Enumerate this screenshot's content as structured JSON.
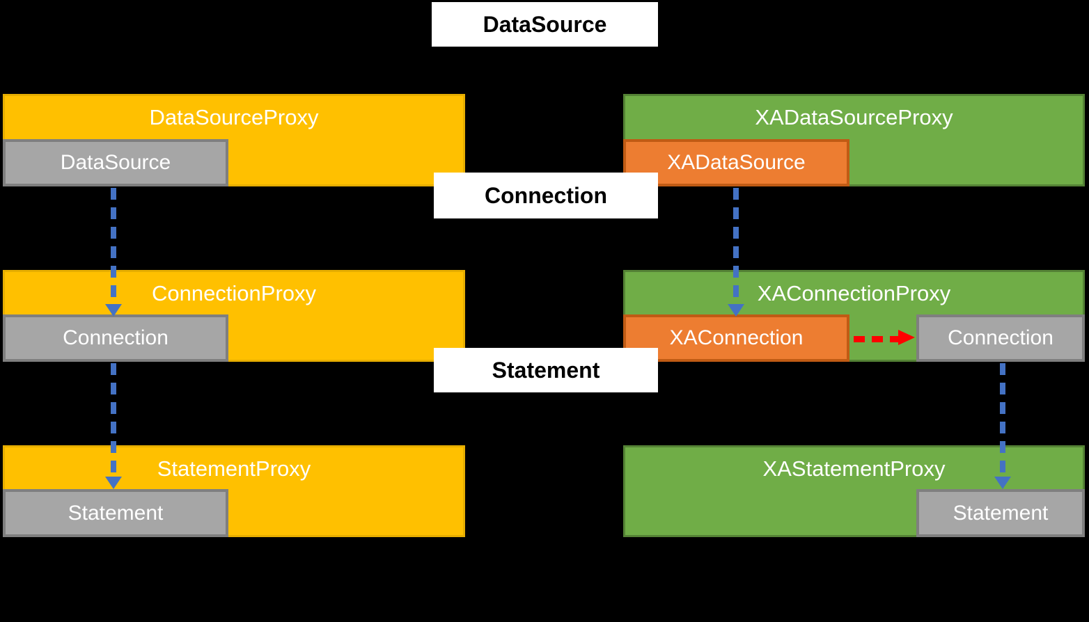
{
  "colors": {
    "background": "#000000",
    "proxy_yellow": "#FFC000",
    "proxy_green": "#70AD47",
    "wrapped_gray": "#A6A6A6",
    "wrapped_gray_border": "#7F7F7F",
    "wrapped_orange": "#ED7D31",
    "wrapped_orange_border": "#C05B14",
    "arrow_blue": "#4472C4",
    "arrow_red": "#FF0000",
    "interface_label_bg": "#FFFFFF",
    "interface_label_text": "#000000",
    "box_text": "#FFFFFF"
  },
  "interface_labels": {
    "datasource": "DataSource",
    "connection": "Connection",
    "statement": "Statement"
  },
  "proxy_rows": {
    "left": [
      {
        "title": "DataSourceProxy",
        "inner": "DataSource"
      },
      {
        "title": "ConnectionProxy",
        "inner": "Connection"
      },
      {
        "title": "StatementProxy",
        "inner": "Statement"
      }
    ],
    "right": [
      {
        "title": "XADataSourceProxy",
        "inner": "XADataSource"
      },
      {
        "title": "XAConnectionProxy",
        "inner": "XAConnection",
        "wrapped": "Connection"
      },
      {
        "title": "XAStatementProxy",
        "wrapped": "Statement"
      }
    ]
  }
}
